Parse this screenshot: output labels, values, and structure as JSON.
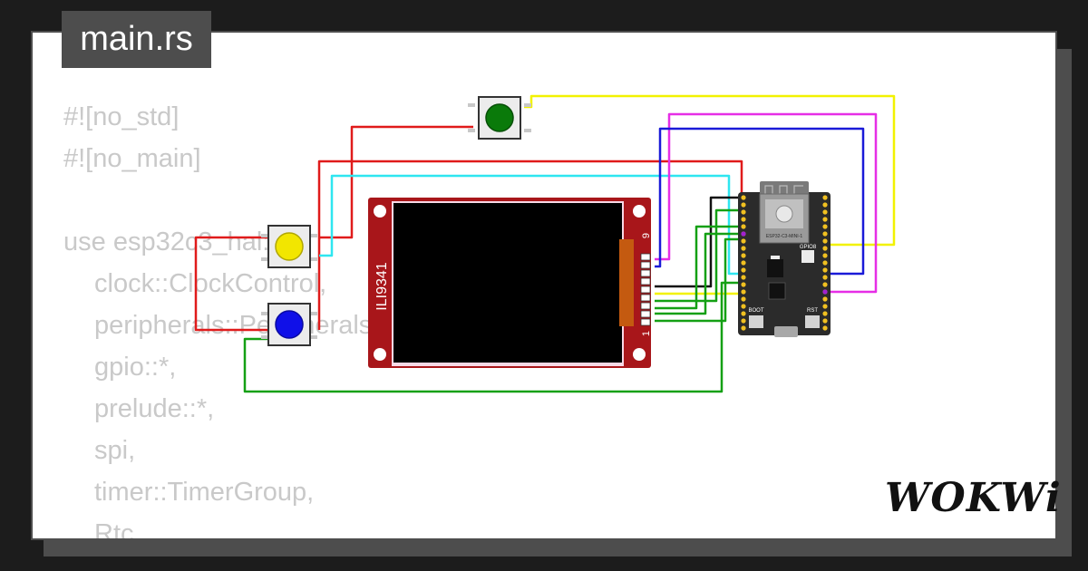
{
  "file_tab": {
    "label": "main.rs"
  },
  "code_lines": [
    "#![no_std]",
    "#![no_main]",
    "",
    "use esp32c3_hal::{",
    "clock::ClockControl,",
    "peripherals::Peripherals,",
    "gpio::*,",
    "prelude::*,",
    "spi,",
    "timer::TimerGroup,",
    "Rtc"
  ],
  "display": {
    "label": "ILI9341",
    "pin_first": "1",
    "pin_last": "9"
  },
  "board": {
    "module_label": "ESP32-C3-MINI-1",
    "gpio_label": "GPIO8",
    "boot_label": "BOOT",
    "rst_label": "RST"
  },
  "buttons": [
    {
      "color": "#0a7a0a"
    },
    {
      "color": "#f2e600"
    },
    {
      "color": "#1010e8"
    }
  ],
  "wire_colors": {
    "red": "#e01b1b",
    "cyan": "#2ee6f0",
    "yellow": "#f2f200",
    "magenta": "#e62ee6",
    "blue": "#1a1ad8",
    "black": "#111111",
    "green": "#14a014"
  },
  "brand": {
    "logo_text": "WOKWi"
  }
}
